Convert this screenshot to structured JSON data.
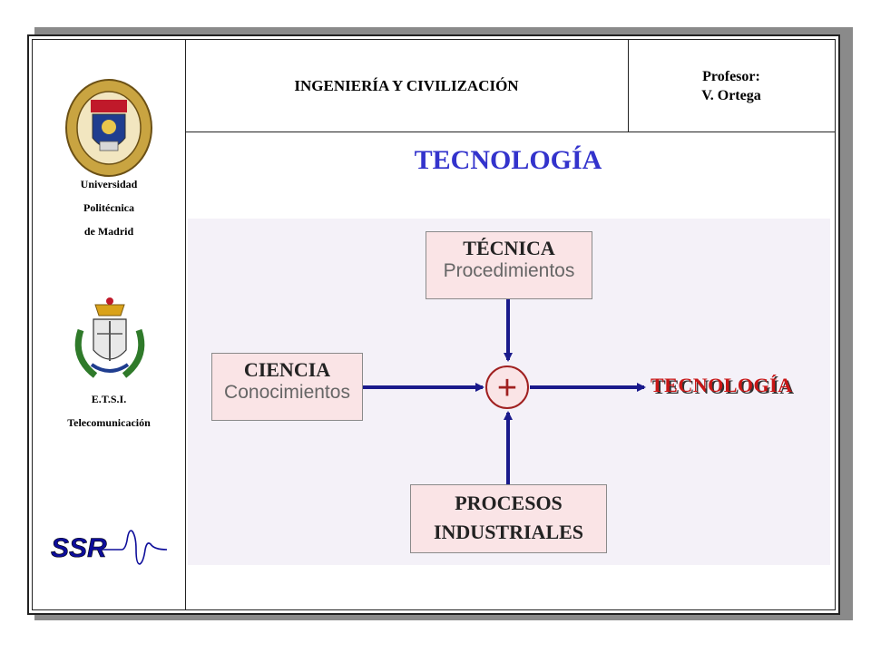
{
  "header": {
    "course_title": "INGENIERÍA Y CIVILIZACIÓN",
    "professor_label": "Profesor:",
    "professor_name": "V. Ortega"
  },
  "sidebar": {
    "university": [
      "Universidad",
      "Politécnica",
      "de Madrid"
    ],
    "school": [
      "E.T.S.I.",
      "Telecomunicación"
    ],
    "logo_text": "SSR"
  },
  "slide": {
    "title": "TECNOLOGÍA"
  },
  "diagram": {
    "top_box": {
      "title": "TÉCNICA",
      "subtitle": "Procedimientos"
    },
    "left_box": {
      "title": "CIENCIA",
      "subtitle": "Conocimientos"
    },
    "bottom_box": {
      "line1": "PROCESOS",
      "line2": "INDUSTRIALES"
    },
    "operator": "+",
    "output": "TECNOLOGÍA"
  },
  "colors": {
    "title_blue": "#3333cc",
    "arrow_navy": "#1a1a8c",
    "output_red": "#c81616",
    "box_fill": "#fae4e6",
    "diagram_bg": "#f4f1f8"
  }
}
